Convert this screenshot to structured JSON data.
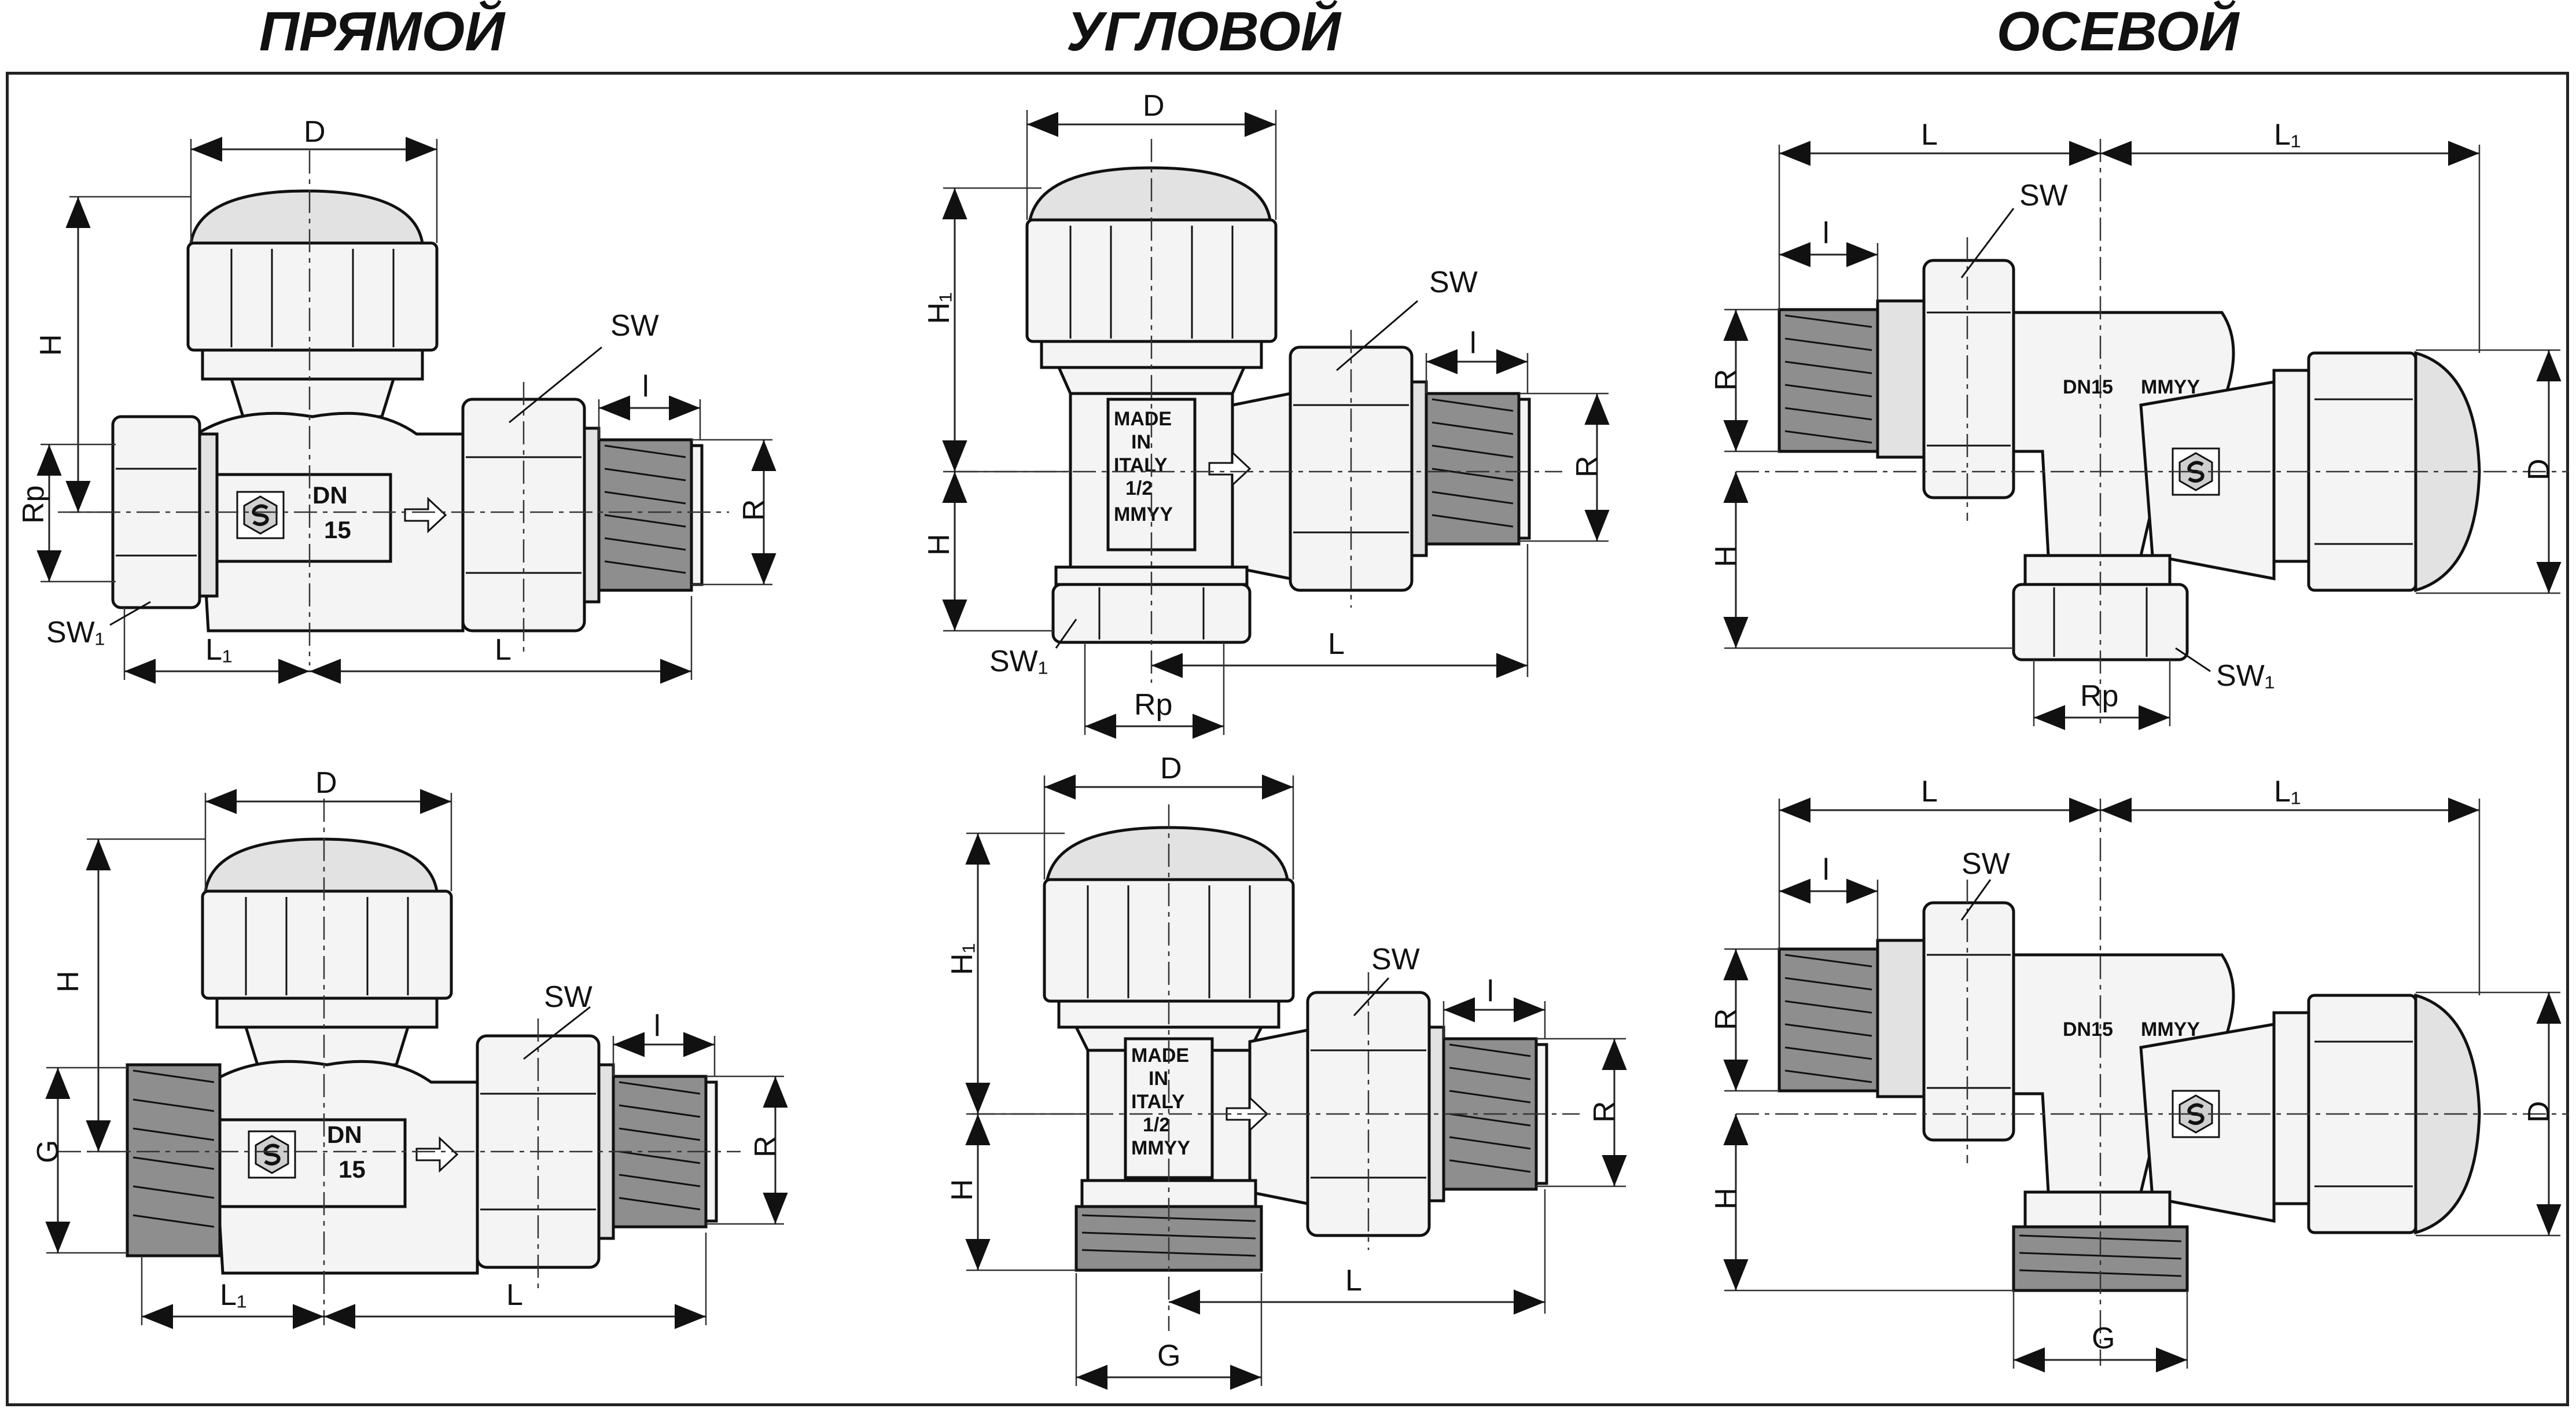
{
  "columns": [
    {
      "title": "ПРЯМОЙ"
    },
    {
      "title": "УГЛОВОЙ"
    },
    {
      "title": "ОСЕВОЙ"
    }
  ],
  "labels": {
    "D": "D",
    "H": "H",
    "H1": "H₁",
    "L": "L",
    "L1": "L₁",
    "l": "l",
    "R": "R",
    "Rp": "Rp",
    "G": "G",
    "SW": "SW",
    "SW1": "SW₁"
  },
  "markings": {
    "dn": "DN",
    "size": "15",
    "made": "MADE",
    "in": "IN",
    "italy": "ITALY",
    "half": "1/2",
    "date": "MMYY",
    "dn15": "DN15"
  },
  "icons": {
    "logo": "s-logo-icon",
    "flow": "flow-arrow-icon"
  }
}
